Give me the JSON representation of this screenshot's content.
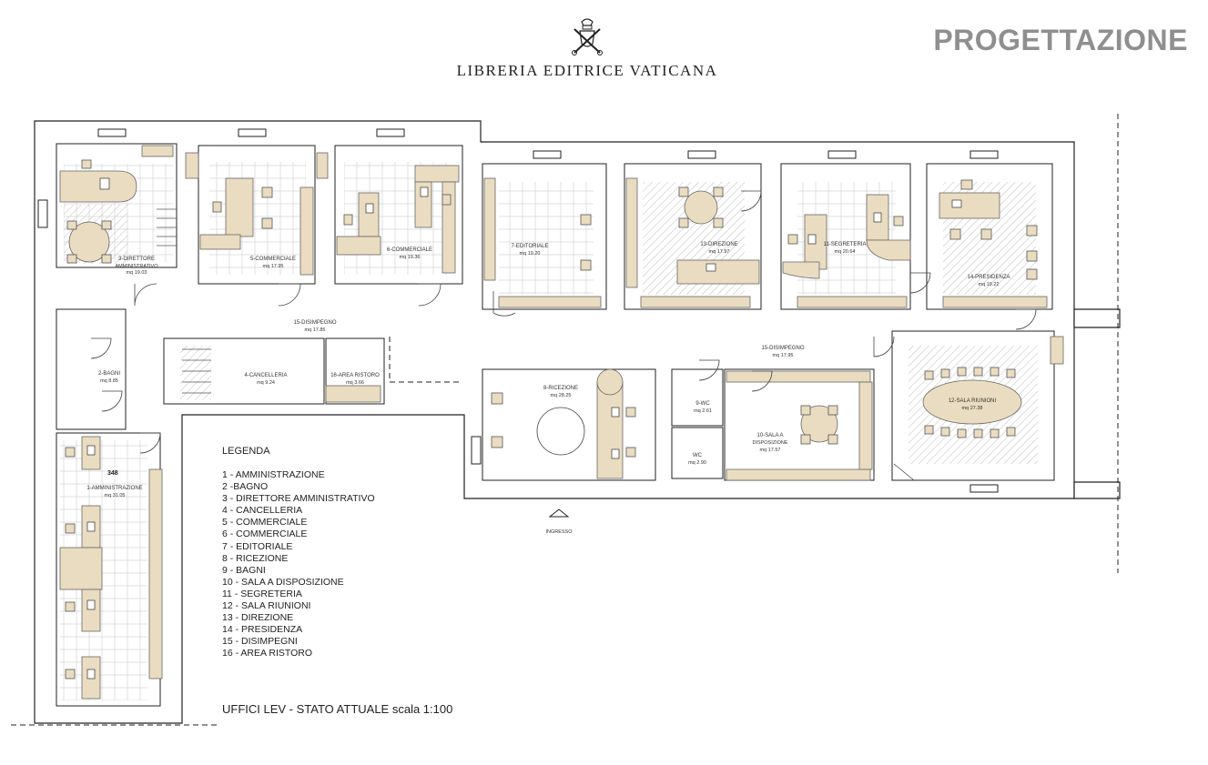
{
  "header": {
    "brand_name": "LIBRERIA EDITRICE VATICANA",
    "title": "PROGETTAZIONE"
  },
  "colors": {
    "wall": "#ffffff",
    "wall_stroke": "#222222",
    "furniture": "#eadcc0",
    "hatch": "#bdbdbd",
    "title_gray": "#8f8f8f"
  },
  "rooms": [
    {
      "label": "3-DIRETTORE",
      "area": "mq 19.03",
      "sub": "AMMINISTRATIVO"
    },
    {
      "label": "5-COMMERCIALE",
      "area": "mq 17.95"
    },
    {
      "label": "6-COMMERCIALE",
      "area": "mq 19.36"
    },
    {
      "label": "7-EDITORIALE",
      "area": "mq 19.20"
    },
    {
      "label": "13-DIREZIONE",
      "area": "mq 17.97"
    },
    {
      "label": "11-SEGRETERIA",
      "area": "mq 20.64"
    },
    {
      "label": "14-PRESIDENZA",
      "area": "mq 19.22"
    },
    {
      "label": "15-DISIMPEGNO",
      "area": "mq 17.85"
    },
    {
      "label": "15-DISIMPEGNO",
      "area": "mq 17.95"
    },
    {
      "label": "4-CANCELLERIA",
      "area": "mq 9.24"
    },
    {
      "label": "16-AREA RISTORO",
      "area": "mq 3.66"
    },
    {
      "label": "2-BAGNI",
      "area": "mq 8.85"
    },
    {
      "label": "8-RICEZIONE",
      "area": "mq 28.25"
    },
    {
      "label": "9-WC",
      "area": "mq 2.61"
    },
    {
      "label": "WC",
      "area": "mq 2.90"
    },
    {
      "label": "10-SALA A",
      "area": "mq 17.57",
      "sub": "DISPOSIZIONE"
    },
    {
      "label": "12-SALA RIUNIONI",
      "area": "mq 27.38"
    },
    {
      "label": "1-AMMINISTRAZIONE",
      "area": "mq 31.05"
    }
  ],
  "entrance_label": "INGRESSO",
  "level_mark": "348",
  "legend": {
    "title": "LEGENDA",
    "items": [
      "1 - AMMINISTRAZIONE",
      "2 -BAGNO",
      "3 - DIRETTORE AMMINISTRATIVO",
      "4 - CANCELLERIA",
      "5 - COMMERCIALE",
      "6 - COMMERCIALE",
      "7 - EDITORIALE",
      "8 - RICEZIONE",
      "9 - BAGNI",
      "10 - SALA A DISPOSIZIONE",
      "11 - SEGRETERIA",
      "12 - SALA RIUNIONI",
      "13 - DIREZIONE",
      "14 - PRESIDENZA",
      "15 - DISIMPEGNI",
      "16 - AREA RISTORO"
    ]
  },
  "caption": "UFFICI LEV - STATO ATTUALE scala 1:100"
}
